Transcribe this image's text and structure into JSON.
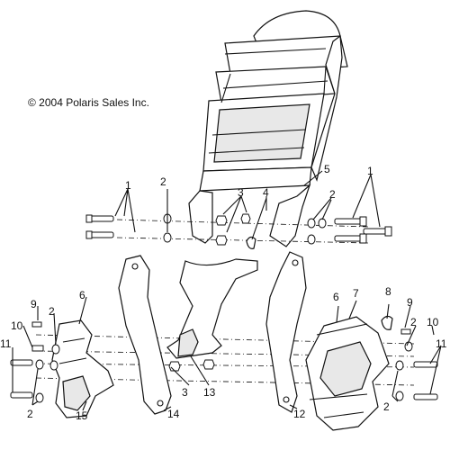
{
  "copyright": "© 2004 Polaris Sales Inc.",
  "callouts": [
    {
      "id": "c1a",
      "text": "1"
    },
    {
      "id": "c2a",
      "text": "2"
    },
    {
      "id": "c3a",
      "text": "3"
    },
    {
      "id": "c4",
      "text": "4"
    },
    {
      "id": "c5",
      "text": "5"
    },
    {
      "id": "c2b",
      "text": "2"
    },
    {
      "id": "c1b",
      "text": "1"
    },
    {
      "id": "c6a",
      "text": "6"
    },
    {
      "id": "c9a",
      "text": "9"
    },
    {
      "id": "c2c",
      "text": "2"
    },
    {
      "id": "c10a",
      "text": "10"
    },
    {
      "id": "c11a",
      "text": "11"
    },
    {
      "id": "c2d",
      "text": "2"
    },
    {
      "id": "c15",
      "text": "15"
    },
    {
      "id": "c3b",
      "text": "3"
    },
    {
      "id": "c13",
      "text": "13"
    },
    {
      "id": "c14",
      "text": "14"
    },
    {
      "id": "c12",
      "text": "12"
    },
    {
      "id": "c6b",
      "text": "6"
    },
    {
      "id": "c7",
      "text": "7"
    },
    {
      "id": "c8",
      "text": "8"
    },
    {
      "id": "c9b",
      "text": "9"
    },
    {
      "id": "c2e",
      "text": "2"
    },
    {
      "id": "c10b",
      "text": "10"
    },
    {
      "id": "c11b",
      "text": "11"
    },
    {
      "id": "c2f",
      "text": "2"
    }
  ]
}
